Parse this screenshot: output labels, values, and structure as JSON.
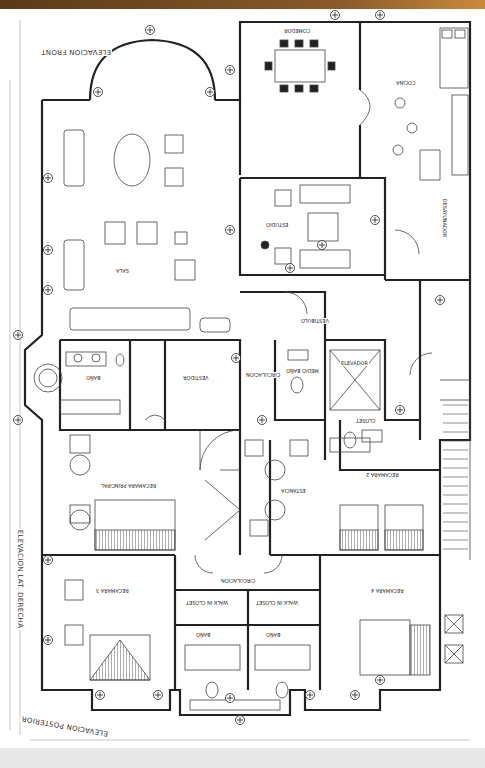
{
  "diagram": {
    "labels": [
      "ELEVACION FRONT",
      "ELEVACION LAT. DERECHA",
      "ELEVACION POSTERIOR",
      "COMEDOR",
      "COCINA",
      "DESAYUNADOR",
      "ESTUDIO",
      "SALA",
      "VESTIBULO",
      "BAÑO",
      "VESTIDOR",
      "CIRCULACION",
      "MEDIO BAÑO",
      "ELEVADOR",
      "CLOSET",
      "RECAMARA PRINCIPAL",
      "ESTANCIA",
      "RECAMARA 2",
      "CIRCULACION",
      "RECAMARA 3",
      "RECAMARA 4",
      "WALK IN CLOSET",
      "WALK IN CLOSET",
      "BAÑO",
      "BAÑO"
    ]
  }
}
